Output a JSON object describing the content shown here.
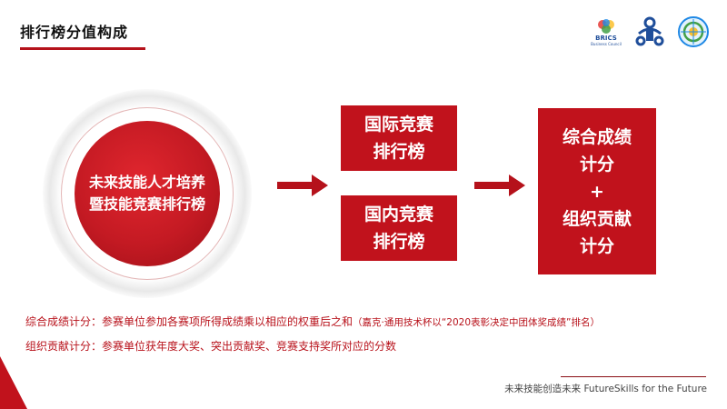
{
  "header": {
    "title": "排行榜分值构成"
  },
  "logos": [
    {
      "name": "brics-logo",
      "text": "BRICS",
      "sub": "Business Council"
    },
    {
      "name": "robot-logo"
    },
    {
      "name": "globe-logo"
    }
  ],
  "diagram": {
    "circle_text": "未来技能人才培养暨技能竞赛排行榜",
    "box_international": [
      "国际竞赛",
      "排行榜"
    ],
    "box_domestic": [
      "国内竞赛",
      "排行榜"
    ],
    "box_result": [
      "综合成绩",
      "计分",
      "+",
      "组织贡献",
      "计分"
    ]
  },
  "descriptions": {
    "line1_main": "综合成绩计分：参赛单位参加各赛项所得成绩乘以相应的权重后之和",
    "line1_note": "（嘉克·通用技术杯以“2020表彰决定中团体奖成绩”排名）",
    "line2": "组织贡献计分：参赛单位获年度大奖、突出贡献奖、竞赛支持奖所对应的分数"
  },
  "footer": {
    "slogan": "未来技能创造未来 FutureSkills for the Future"
  },
  "colors": {
    "brand_red": "#c1121c",
    "dark_red": "#8a0e14"
  }
}
